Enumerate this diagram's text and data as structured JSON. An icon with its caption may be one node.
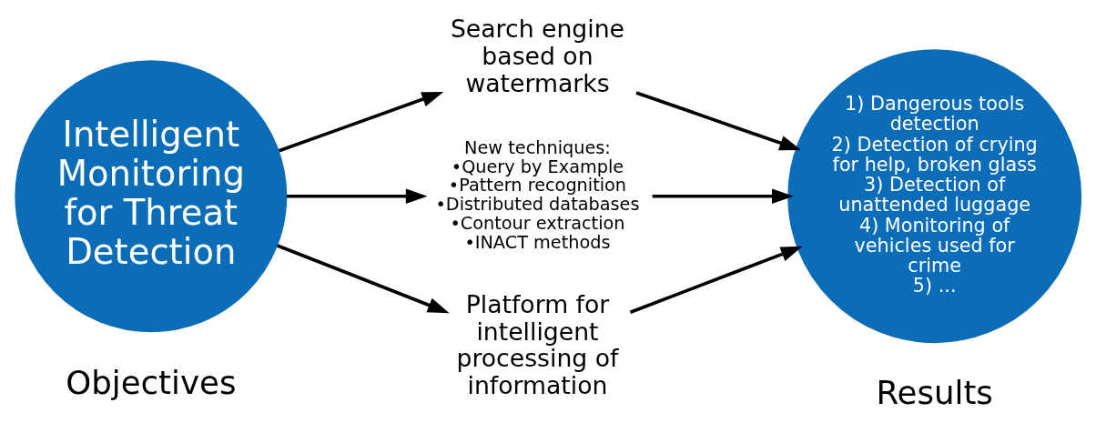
{
  "diagram": {
    "nodes": [
      {
        "text": [
          "Intelligent Monitoring for Threat Detection"
        ],
        "beside": [
          "Objectives"
        ]
      },
      {
        "text": [
          "Search engine based on watermarks"
        ]
      },
      {
        "text": [
          "New techniques:",
          "•Query by Example",
          "•Pattern recognition",
          "•Distributed databases",
          "•Contour extraction",
          "•INACT methods"
        ]
      },
      {
        "text": [
          "Platform for intelligent processing of information"
        ]
      },
      {
        "text": [
          "1) Dangerous tools detection",
          "2) Detection of crying for help, broken glass",
          "3) Detection of unattended luggage",
          "4) Monitoring of vehicles used for crime",
          "5) ..."
        ],
        "beside": [
          "Results"
        ]
      }
    ],
    "edges": [
      {
        "from": 0,
        "to": 1,
        "arrow": "to"
      },
      {
        "from": 0,
        "to": 2,
        "arrow": "to"
      },
      {
        "from": 0,
        "to": 3,
        "arrow": "to"
      },
      {
        "from": 1,
        "to": 4,
        "arrow": "to"
      },
      {
        "from": 2,
        "to": 4,
        "arrow": "to"
      },
      {
        "from": 3,
        "to": 4,
        "arrow": "to"
      }
    ]
  }
}
